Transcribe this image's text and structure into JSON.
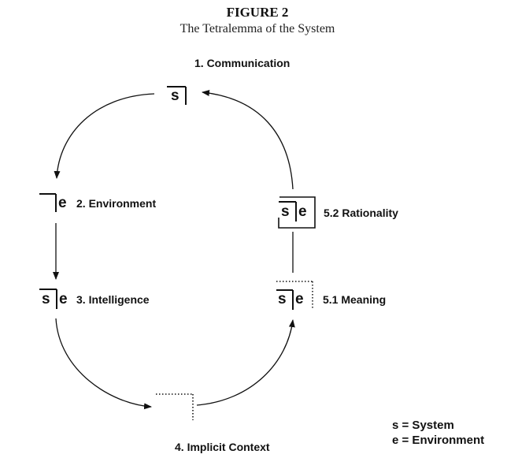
{
  "figure": {
    "title": "FIGURE 2",
    "subtitle": "The Tetralemma of the System"
  },
  "nodes": [
    {
      "id": "communication",
      "label": "1. Communication",
      "symbol": [
        "s"
      ]
    },
    {
      "id": "environment",
      "label": "2. Environment",
      "symbol": [
        "e"
      ]
    },
    {
      "id": "intelligence",
      "label": "3. Intelligence",
      "symbol": [
        "s",
        "e"
      ]
    },
    {
      "id": "implicit_context",
      "label": "4. Implicit Context",
      "symbol": []
    },
    {
      "id": "meaning",
      "label": "5.1 Meaning",
      "symbol": [
        "s",
        "e"
      ]
    },
    {
      "id": "rationality",
      "label": "5.2 Rationality",
      "symbol": [
        "s",
        "e"
      ]
    }
  ],
  "edges": [
    {
      "from": "communication",
      "to": "environment",
      "style": "curved-arrow"
    },
    {
      "from": "environment",
      "to": "intelligence",
      "style": "straight-arrow"
    },
    {
      "from": "intelligence",
      "to": "implicit_context",
      "style": "curved-arrow"
    },
    {
      "from": "implicit_context",
      "to": "meaning",
      "style": "curved-arrow"
    },
    {
      "from": "meaning",
      "to": "rationality",
      "style": "line"
    },
    {
      "from": "rationality",
      "to": "communication",
      "style": "curved-arrow"
    }
  ],
  "legend": {
    "items": [
      "s = System",
      "e = Environment"
    ]
  }
}
